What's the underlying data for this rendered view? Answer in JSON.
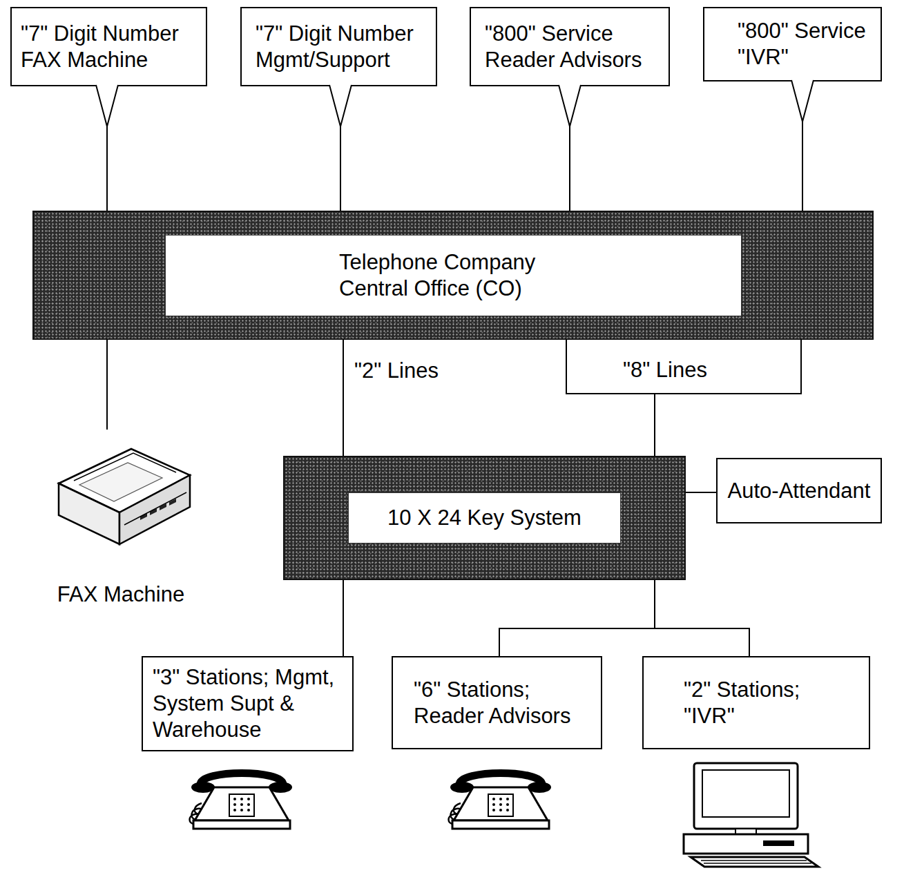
{
  "diagram": {
    "nodes": [
      {
        "text": [
          "\"7\" Digit Number FAX Machine"
        ]
      },
      {
        "text": [
          "\"7\" Digit Number Mgmt/Support"
        ]
      },
      {
        "text": [
          "\"800\" Service Reader Advisors"
        ]
      },
      {
        "text": [
          "\"800\" Service \"IVR\""
        ]
      },
      {
        "text": [
          "Telephone Company Central Office (CO)"
        ]
      },
      {
        "text": [
          "FAX Machine"
        ]
      },
      {
        "text": [
          "10 X 24 Key System"
        ]
      },
      {
        "text": [
          "Auto-Attendant"
        ]
      },
      {
        "text": [
          "\"3\" Stations; Mgmt, System Supt & Warehouse"
        ]
      },
      {
        "text": [
          "\"6\" Stations; Reader Advisors"
        ]
      },
      {
        "text": [
          "\"2\" Stations; \"IVR\""
        ]
      }
    ],
    "edges": [
      {
        "from": 0,
        "to": 4,
        "arrow": "none"
      },
      {
        "from": 1,
        "to": 4,
        "arrow": "none"
      },
      {
        "from": 2,
        "to": 4,
        "arrow": "none"
      },
      {
        "from": 3,
        "to": 4,
        "arrow": "none"
      },
      {
        "from": 4,
        "to": 5,
        "arrow": "none"
      },
      {
        "from": 4,
        "to": 6,
        "label": "\"2\" Lines",
        "arrow": "none"
      },
      {
        "from": 4,
        "to": 6,
        "label": "\"8\" Lines",
        "arrow": "none"
      },
      {
        "from": 6,
        "to": 7,
        "arrow": "none"
      },
      {
        "from": 6,
        "to": 8,
        "arrow": "none"
      },
      {
        "from": 6,
        "to": 9,
        "arrow": "none"
      },
      {
        "from": 6,
        "to": 10,
        "arrow": "none"
      }
    ]
  }
}
